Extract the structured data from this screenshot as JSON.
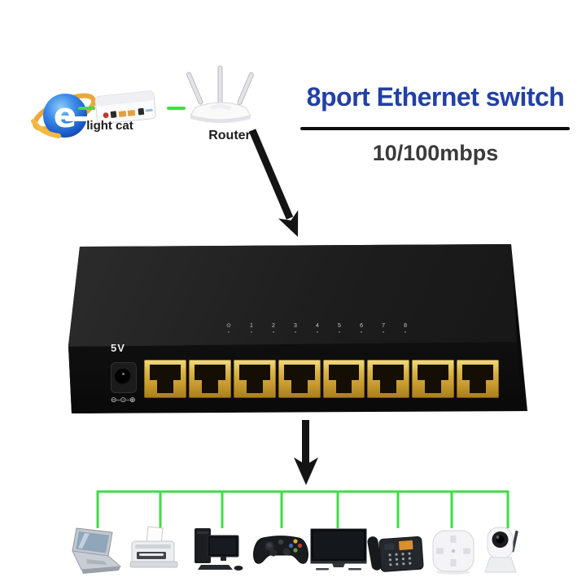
{
  "header": {
    "title": "8port Ethernet switch",
    "subtitle": "10/100mbps"
  },
  "source_chain": {
    "internet_icon": "internet-explorer-logo",
    "modem_label": "light cat",
    "router_label": "Router"
  },
  "switch": {
    "power_label": "5V",
    "polarity_symbol": "⊖–⊙–⊕",
    "led_labels": [
      "⊙",
      "1",
      "2",
      "3",
      "4",
      "5",
      "6",
      "7",
      "8"
    ],
    "port_count": 8
  },
  "devices": [
    {
      "icon": "laptop-icon"
    },
    {
      "icon": "printer-icon"
    },
    {
      "icon": "desktop-pc-icon"
    },
    {
      "icon": "game-controller-icon"
    },
    {
      "icon": "tv-icon"
    },
    {
      "icon": "ip-phone-icon"
    },
    {
      "icon": "access-point-icon"
    },
    {
      "icon": "ip-camera-icon"
    }
  ],
  "colors": {
    "title_blue": "#2240a6",
    "subtitle_gray": "#3a3a3a",
    "connection_green": "#3fdd44",
    "arrow_black": "#141414",
    "port_gold": "#d9b54a",
    "switch_body": "#141414"
  }
}
